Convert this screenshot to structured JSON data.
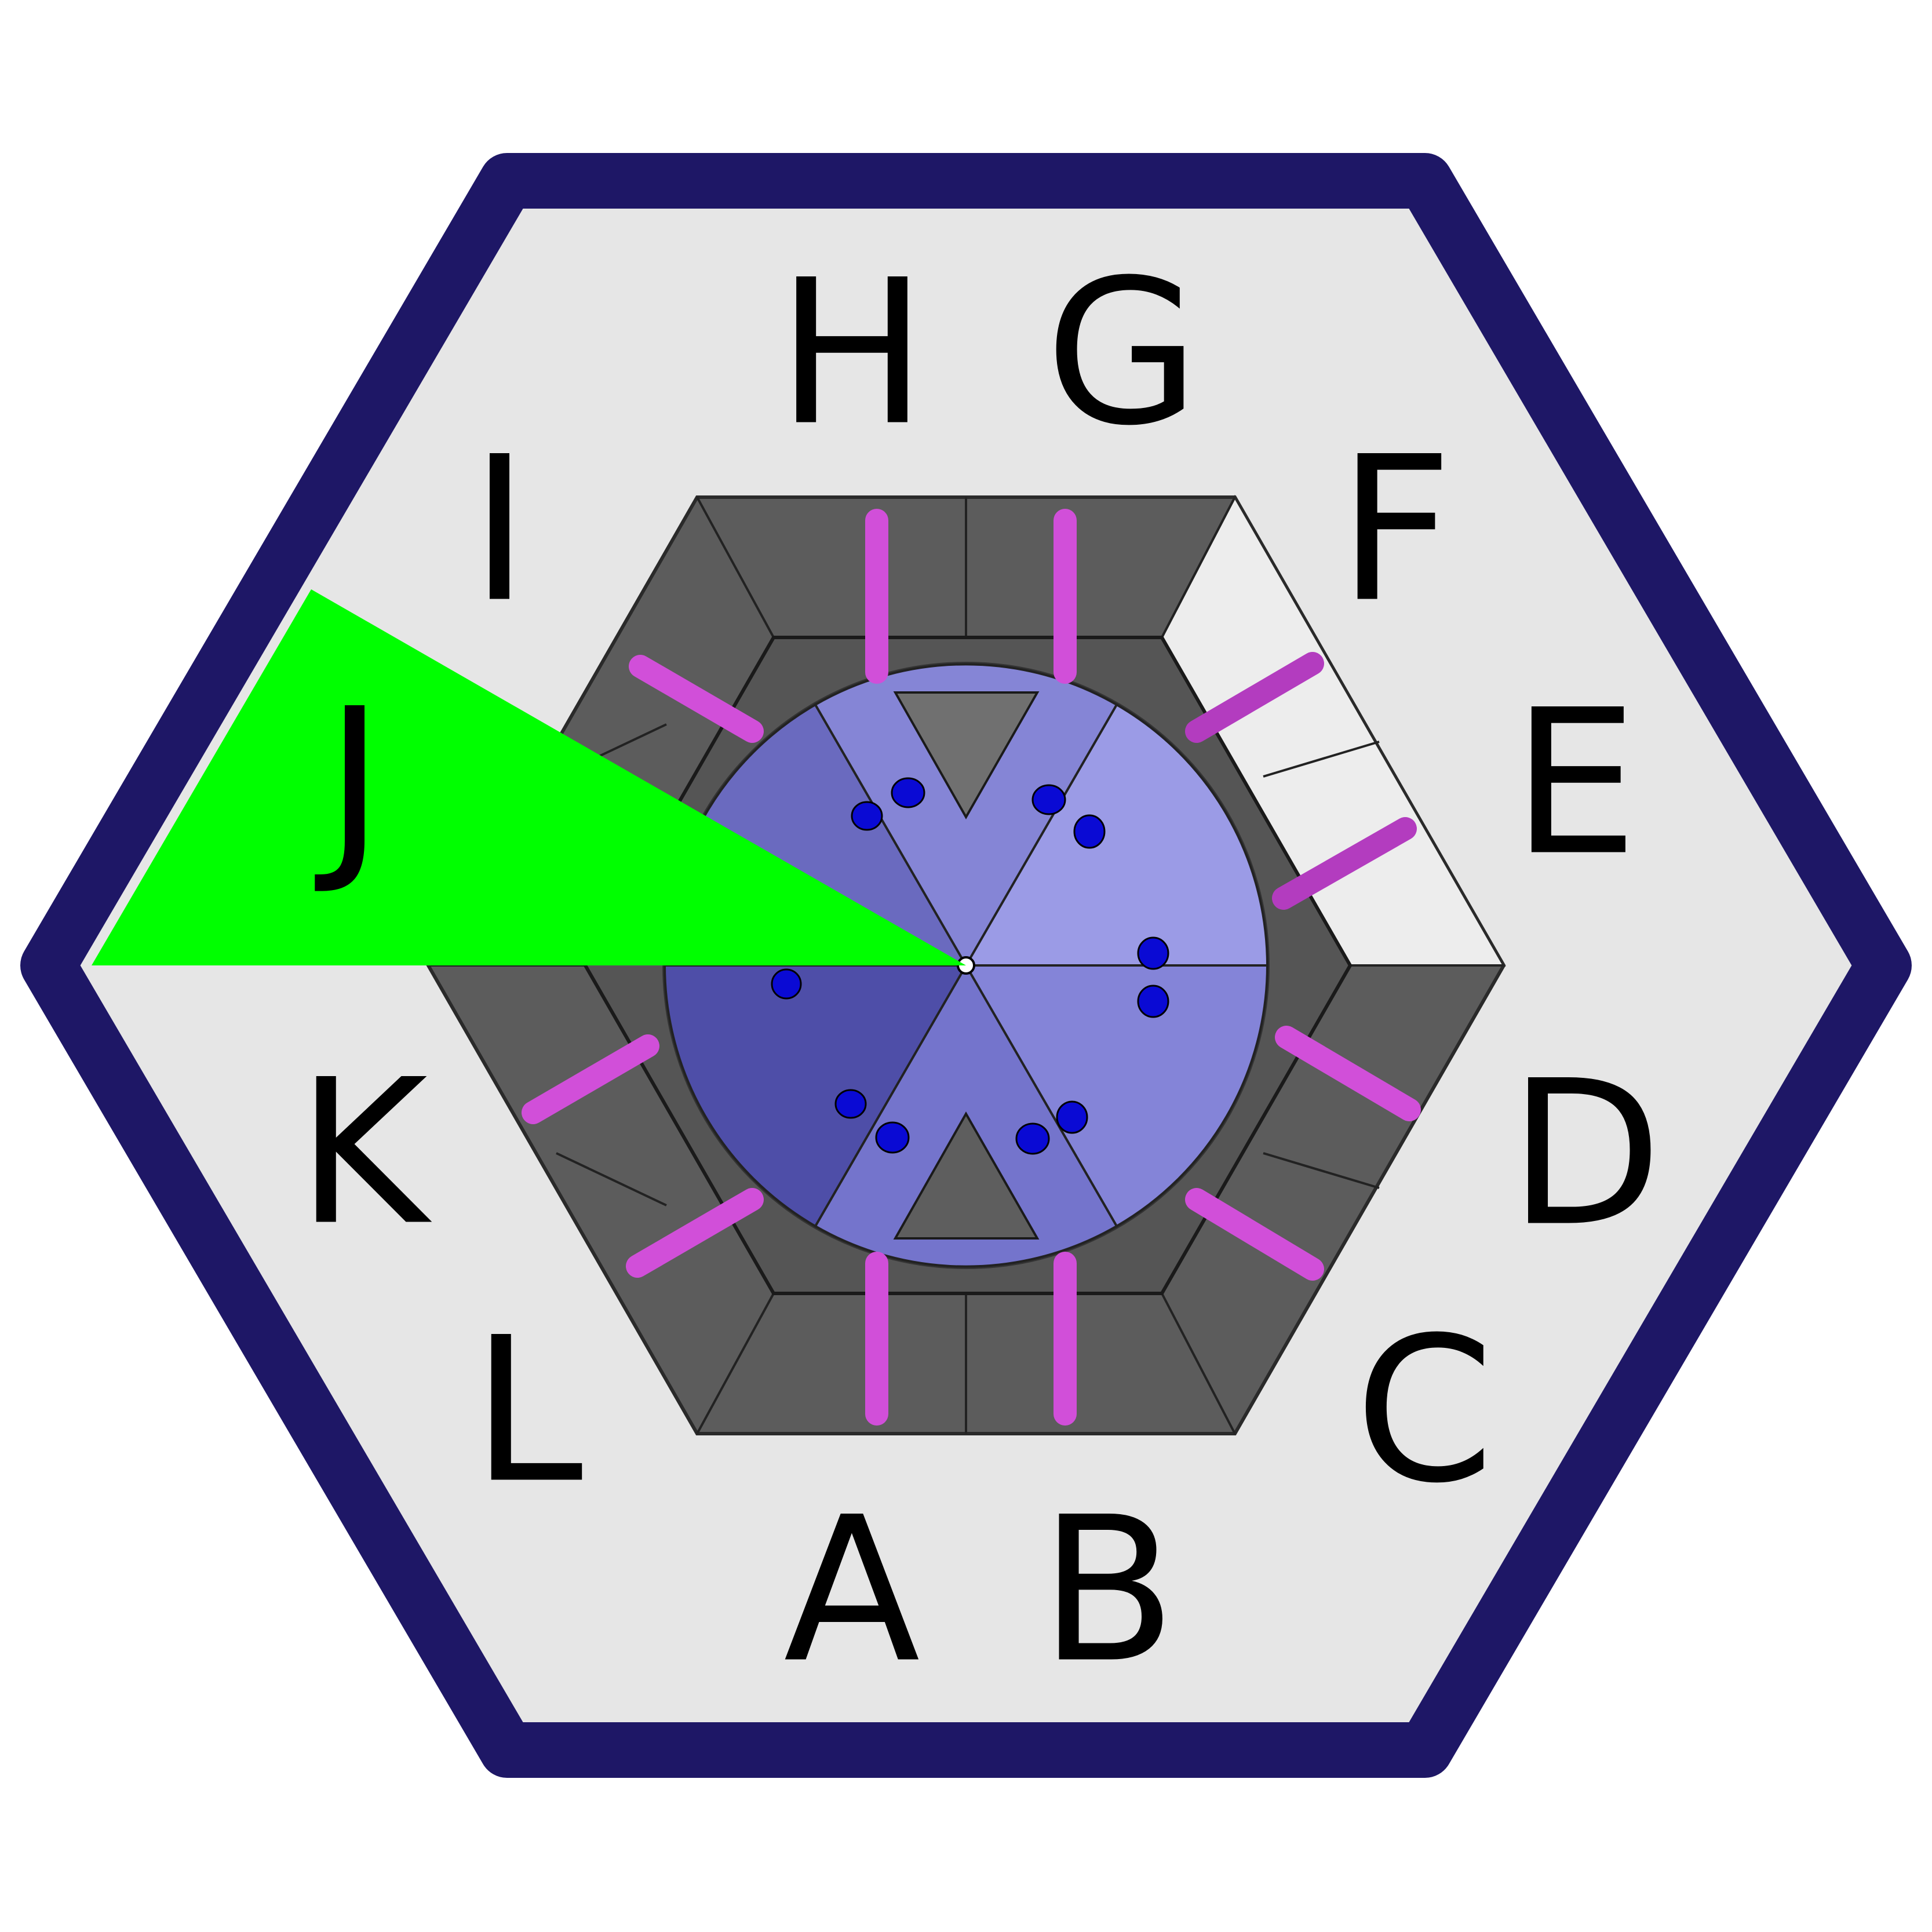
{
  "diagram": {
    "sector_labels": [
      "A",
      "B",
      "C",
      "D",
      "E",
      "F",
      "G",
      "H",
      "I",
      "J",
      "K",
      "L"
    ],
    "highlighted_sector": "J",
    "colors": {
      "frame_border": "#1e1766",
      "frame_fill": "#e6e6e6",
      "highlight": "#00ff00",
      "panel_dark": "#5a5a5a",
      "panel_mid": "#6e6e6e",
      "panel_light": "#ededed",
      "rod": "#d14fd9",
      "disc_light": "#9b9be6",
      "disc_mid": "#7474cc",
      "disc_dark": "#4e4ea8",
      "dot": "#0a0ad4"
    }
  }
}
